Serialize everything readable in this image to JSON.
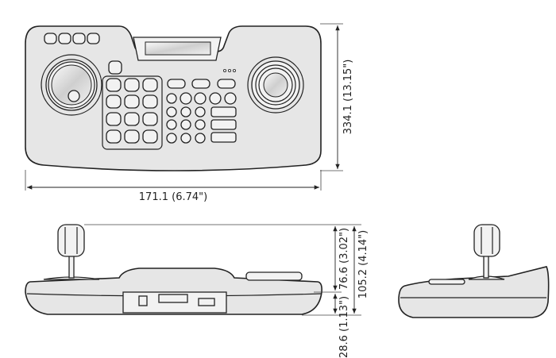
{
  "title": "Keyboard controller dimensions",
  "views": [
    "top-view",
    "front-view",
    "side-view"
  ],
  "dimensions": {
    "width": "171.1 (6.74\")",
    "depth": "334.1 (13.15\")",
    "body_height": "28.6 (1.13\")",
    "joystick_height": "76.6 (3.02\")",
    "total_height": "105.2 (4.14\")"
  },
  "unit": "mm (inch)"
}
